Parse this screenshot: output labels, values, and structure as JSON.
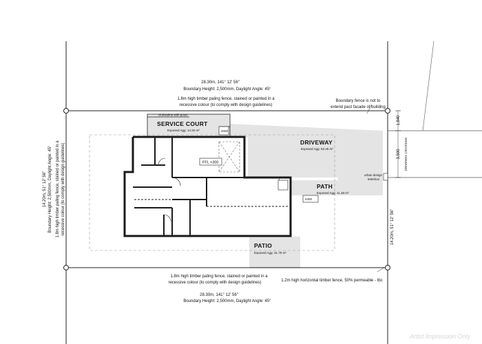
{
  "top_boundary": {
    "line1": "28.30m, 141° 12' 56\"",
    "line2": "Boundary Height: 2,500mm, Daylight Angle: 45°",
    "fence_line1": "1.8m high timber paling fence, stained or painted in a",
    "fence_line2": "recessive colour (to comply with design guidelines)"
  },
  "right_note": {
    "line1": "Boundary fence is not to",
    "line2": "extend past facade of building"
  },
  "service_court": {
    "label": "SERVICE COURT",
    "area": "Exposed Agg: 14.32 m²",
    "clothesline": "clothesline with posts",
    "mark": "2000"
  },
  "driveway": {
    "label": "DRIVEWAY",
    "area": "Exposed Agg: 53.45 m²"
  },
  "path": {
    "label": "PATH",
    "area": "Exposed Agg: 11.48 m²",
    "letterbox": "urban design letterbox",
    "mark": "4400"
  },
  "patio": {
    "label": "PATIO",
    "area": "Exposed Agg: 31.79 m²"
  },
  "ffl": "FFL +300",
  "dimensions": {
    "d1": "1,840",
    "d2": "3,500",
    "crossing": "DRIVEWAY CROSSING"
  },
  "left_boundary": {
    "line1": "14.20m, 51° 12' 56\"",
    "line2": "Boundary Height: 2,500mm, Daylight Angle: 45°",
    "line3": "1.8m high timber paling fence, stained or painted in a",
    "line4": "recessive colour (to comply with design guidelines)"
  },
  "right_boundary": "14.20m, 51° 12' 56\"",
  "bottom_boundary": {
    "fence_line1": "1.8m high timber paling fence, stained or painted in a",
    "fence_line2": "recessive colour (to comply with design guidelines)",
    "line1": "28.30m, 141° 12' 56\"",
    "line2": "Boundary Height: 2,500mm, Daylight Angle: 45°",
    "front_fence": "1.2m high horizontal timber fence, 50% permeable - tbc"
  },
  "watermark": "Artist Impression Only",
  "colors": {
    "paving": "#e4e4e4",
    "walls": "#1a1a1a",
    "lines": "#222222",
    "dash": "#9a9a9a"
  }
}
